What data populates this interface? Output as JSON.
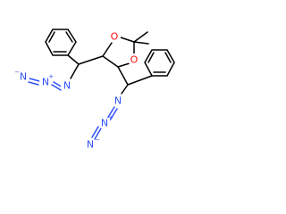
{
  "molecule": {
    "atom_labels": {
      "o1": "O",
      "o2": "O",
      "n_left_1": "N",
      "n_left_2": "N",
      "n_left_3": "N",
      "n_right_1": "N",
      "n_right_2": "N",
      "n_right_3": "N"
    },
    "charges": {
      "left_plus": "+",
      "left_minus": "−",
      "right_plus": "+",
      "right_minus": "−"
    },
    "colors": {
      "oxygen": "#ff0d0d",
      "nitrogen": "#3050f8",
      "carbon_bond": "#000000"
    }
  }
}
